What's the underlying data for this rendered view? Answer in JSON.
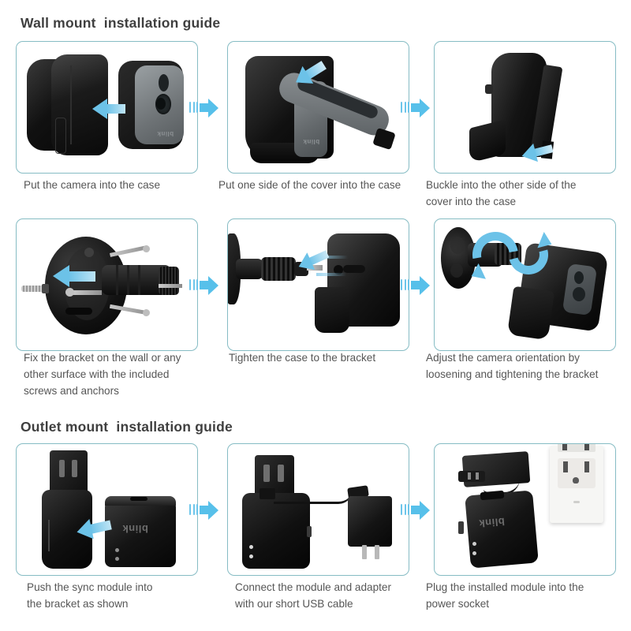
{
  "sections": [
    {
      "id": "wall-mount",
      "title": "Wall mount  installation guide",
      "rows": [
        {
          "panels": [
            {
              "caption": "Put the camera into the case",
              "illustration": "camera-into-case",
              "arrow_icon": "arrow-left-blue"
            },
            {
              "caption": "Put one side of the cover into the case",
              "illustration": "cover-one-side",
              "arrow_icon": "arrow-diagonal-blue"
            },
            {
              "caption": "Buckle into the other side of the\ncover into the case",
              "illustration": "buckle-other-side",
              "arrow_icon": "arrow-left-blue"
            }
          ],
          "connectors": [
            "arrow-right-connector",
            "arrow-right-connector"
          ]
        },
        {
          "panels": [
            {
              "caption": "Fix the bracket on the wall or any\nother surface with the included\nscrews and anchors",
              "illustration": "bracket-screws-anchors",
              "arrow_icon": "arrow-left-blue"
            },
            {
              "caption": "Tighten the case to the bracket",
              "illustration": "tighten-case-bracket",
              "arrow_icon": "arrow-left-blue"
            },
            {
              "caption": "Adjust the camera orientation by\nloosening and tightening the bracket",
              "illustration": "adjust-orientation",
              "arrow_icon": "rotate-arrows-blue"
            }
          ],
          "connectors": [
            "arrow-right-connector",
            "arrow-right-connector"
          ]
        }
      ]
    },
    {
      "id": "outlet-mount",
      "title": "Outlet mount  installation guide",
      "rows": [
        {
          "panels": [
            {
              "caption": "Push the sync module into\nthe bracket as shown",
              "illustration": "push-sync-module",
              "arrow_icon": "arrow-left-blue",
              "brand_label": "blink"
            },
            {
              "caption": "Connect the module and adapter\nwith our short USB cable",
              "illustration": "module-adapter-cable",
              "arrow_icon": "none"
            },
            {
              "caption": "Plug the installed module into the\npower socket",
              "illustration": "module-into-socket",
              "arrow_icon": "none",
              "brand_label": "blink"
            }
          ],
          "connectors": [
            "arrow-right-connector",
            "arrow-right-connector"
          ]
        }
      ]
    }
  ],
  "colors": {
    "panel_border": "#86bcc4",
    "arrow_blue": "#57c0ea",
    "action_arrow_blue": "#6cc2e8",
    "title_text": "#3f3f3f",
    "caption_text": "#565656",
    "device_black": "#161616",
    "device_gray": "#7d8184",
    "outlet_white": "#f4f4f2",
    "background": "#ffffff"
  }
}
